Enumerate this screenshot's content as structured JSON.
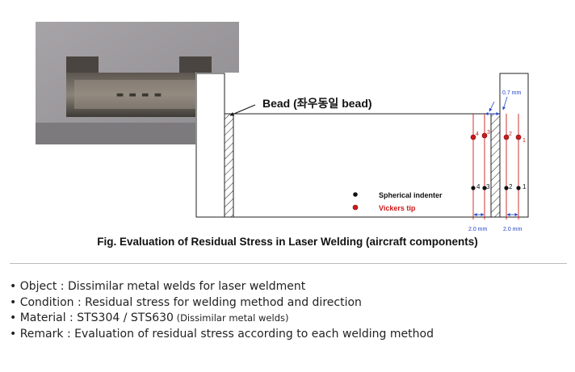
{
  "diagram": {
    "bead_label": "Bead (좌우동일 bead)",
    "gap_label": "0.7 mm",
    "legend": {
      "spherical": "Spherical indenter",
      "vickers": "Vickers tip"
    },
    "dim_left": "2.0 mm",
    "dim_right": "2.0 mm",
    "point_labels": {
      "red_4": "4",
      "red_3": "3",
      "red_2": "2",
      "red_1": "1",
      "black_4": "4",
      "black_3": "3",
      "black_2": "2",
      "black_1": "1"
    },
    "colors": {
      "spherical": "#111111",
      "vickers": "#cc1a1a",
      "dimension": "#2244cc",
      "line": "#cc1a1a"
    }
  },
  "caption": "Fig. Evaluation of Residual Stress in Laser Welding (aircraft components)",
  "info": [
    {
      "key": "• Object",
      "sep": " : ",
      "value": "Dissimilar metal welds for laser weldment"
    },
    {
      "key": "• Condition",
      "sep": " : ",
      "value": "Residual stress for welding method and direction"
    },
    {
      "key": "• Material",
      "sep": " : ",
      "value": "STS304 / STS630",
      "note": " (Dissimilar metal welds)"
    },
    {
      "key": "• Remark",
      "sep": " : ",
      "value": "Evaluation of residual stress according to each welding method"
    }
  ]
}
